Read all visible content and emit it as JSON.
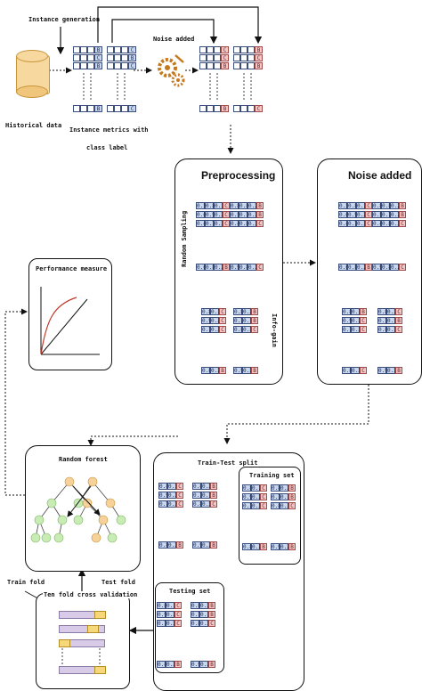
{
  "labels": {
    "instance_generation": "Instance generation",
    "historical_data": "Historical data",
    "instance_metrics": "Instance metrics with",
    "class_label": "class label",
    "noise_added_top": "Noise added",
    "preprocessing": "Preprocessing",
    "noise_added_box": "Noise added",
    "random_sampling": "Random Sampling",
    "info_gain": "Info-gain",
    "performance_measure": "Performance measure",
    "random_forest": "Random forest",
    "train_test_split": "Train-Test split",
    "training_set": "Training set",
    "testing_set": "Testing set",
    "train_fold": "Train fold",
    "test_fold": "Test fold",
    "cross_validation": "Ten fold cross validation"
  },
  "class_letters": {
    "b": "B",
    "c": "C"
  },
  "values": {
    "r1": [
      "0.5",
      "0.8",
      "0.1"
    ],
    "r2": [
      "0.6",
      "0.9",
      "0.2"
    ],
    "r3": [
      "0.4",
      "0.7",
      "0.3"
    ],
    "r1b": [
      "0.8",
      "0.8",
      "0.2"
    ],
    "r2b": [
      "0.5",
      "0.7",
      "0.2"
    ],
    "r3b": [
      "0.4",
      "0.8",
      "0.3"
    ],
    "last": [
      "0.6",
      "0.8",
      "0.2"
    ],
    "lastb": [
      "0.9",
      "0.8",
      "0.2"
    ],
    "ig_r1": [
      "0.8",
      "0.1"
    ],
    "ig_r2": [
      "0.9",
      "0.2"
    ],
    "ig_r3": [
      "0.7",
      "0.3"
    ],
    "ig_r1b": [
      "0.8",
      "0.2"
    ],
    "ig_r2b": [
      "0.7",
      "0.1"
    ],
    "ig_r3b": [
      "0.8",
      "0.3"
    ],
    "ig_last": [
      "0.8",
      "0.2"
    ],
    "ig_lastb": [
      "0.9",
      "0.2"
    ]
  },
  "colors": {
    "blue_cell": "#c9d7ef",
    "red_cell": "#f3c8c8",
    "tree_node_green": "#c9ecb4",
    "tree_node_orange": "#f6d29a",
    "fold_purple": "#d8cbe8",
    "fold_yellow": "#f6d77a"
  }
}
